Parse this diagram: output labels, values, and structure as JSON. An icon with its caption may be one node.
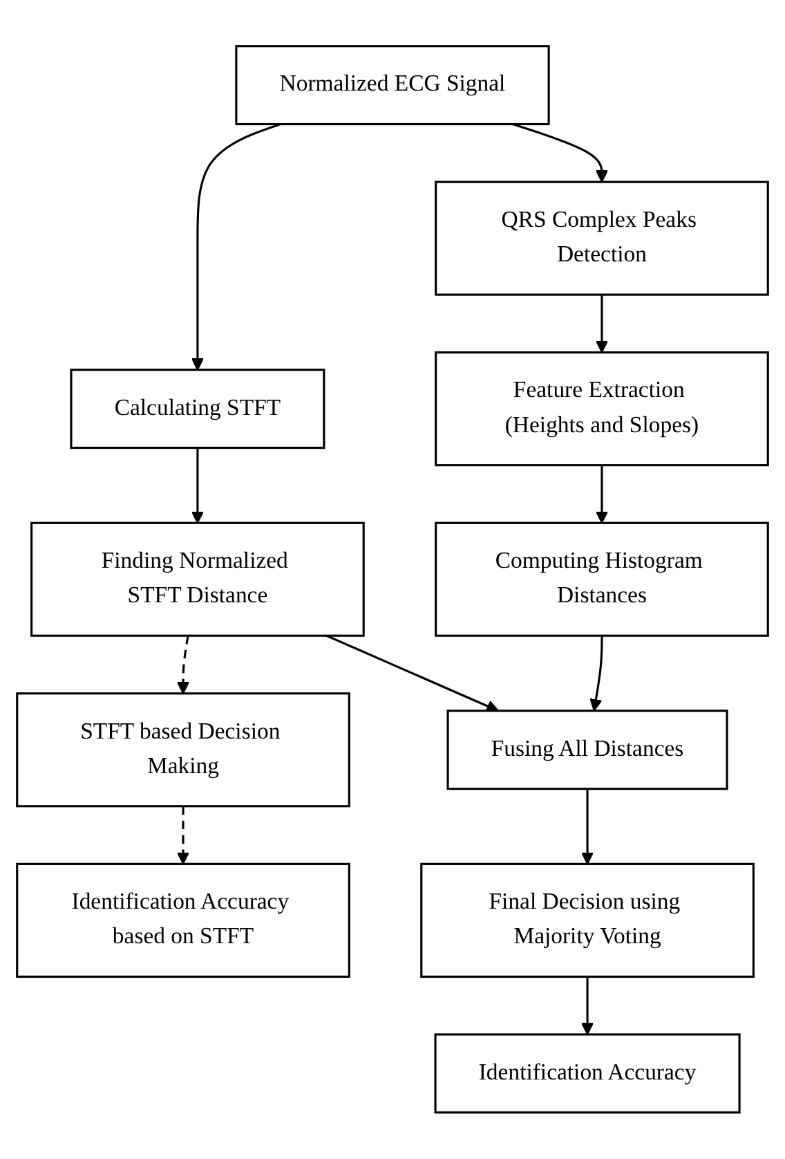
{
  "diagram": {
    "nodes": [
      {
        "text": [
          "Normalized ECG Signal"
        ]
      },
      {
        "text": [
          "Calculating STFT"
        ]
      },
      {
        "text": [
          "QRS Complex Peaks Detection"
        ]
      },
      {
        "text": [
          "Finding Normalized STFT Distance"
        ]
      },
      {
        "text": [
          "Feature Extraction (Heights and Slopes)"
        ]
      },
      {
        "text": [
          "STFT based Decision Making"
        ]
      },
      {
        "text": [
          "Computing Histogram Distances"
        ]
      },
      {
        "text": [
          "Identification Accuracy based on STFT"
        ]
      },
      {
        "text": [
          "Fusing All Distances"
        ]
      },
      {
        "text": [
          "Final Decision using Majority Voting"
        ]
      },
      {
        "text": [
          "Identification Accuracy"
        ]
      }
    ],
    "edges": [
      {
        "from": 0,
        "to": 1,
        "arrow": "to"
      },
      {
        "from": 0,
        "to": 2,
        "arrow": "to"
      },
      {
        "from": 1,
        "to": 3,
        "arrow": "to"
      },
      {
        "from": 2,
        "to": 4,
        "arrow": "to"
      },
      {
        "from": 3,
        "to": 5,
        "arrow": "to",
        "style": "dashed"
      },
      {
        "from": 4,
        "to": 6,
        "arrow": "to"
      },
      {
        "from": 5,
        "to": 7,
        "arrow": "to",
        "style": "dashed"
      },
      {
        "from": 3,
        "to": 8,
        "arrow": "to"
      },
      {
        "from": 6,
        "to": 8,
        "arrow": "to"
      },
      {
        "from": 8,
        "to": 9,
        "arrow": "to"
      },
      {
        "from": 9,
        "to": 10,
        "arrow": "to"
      }
    ]
  }
}
